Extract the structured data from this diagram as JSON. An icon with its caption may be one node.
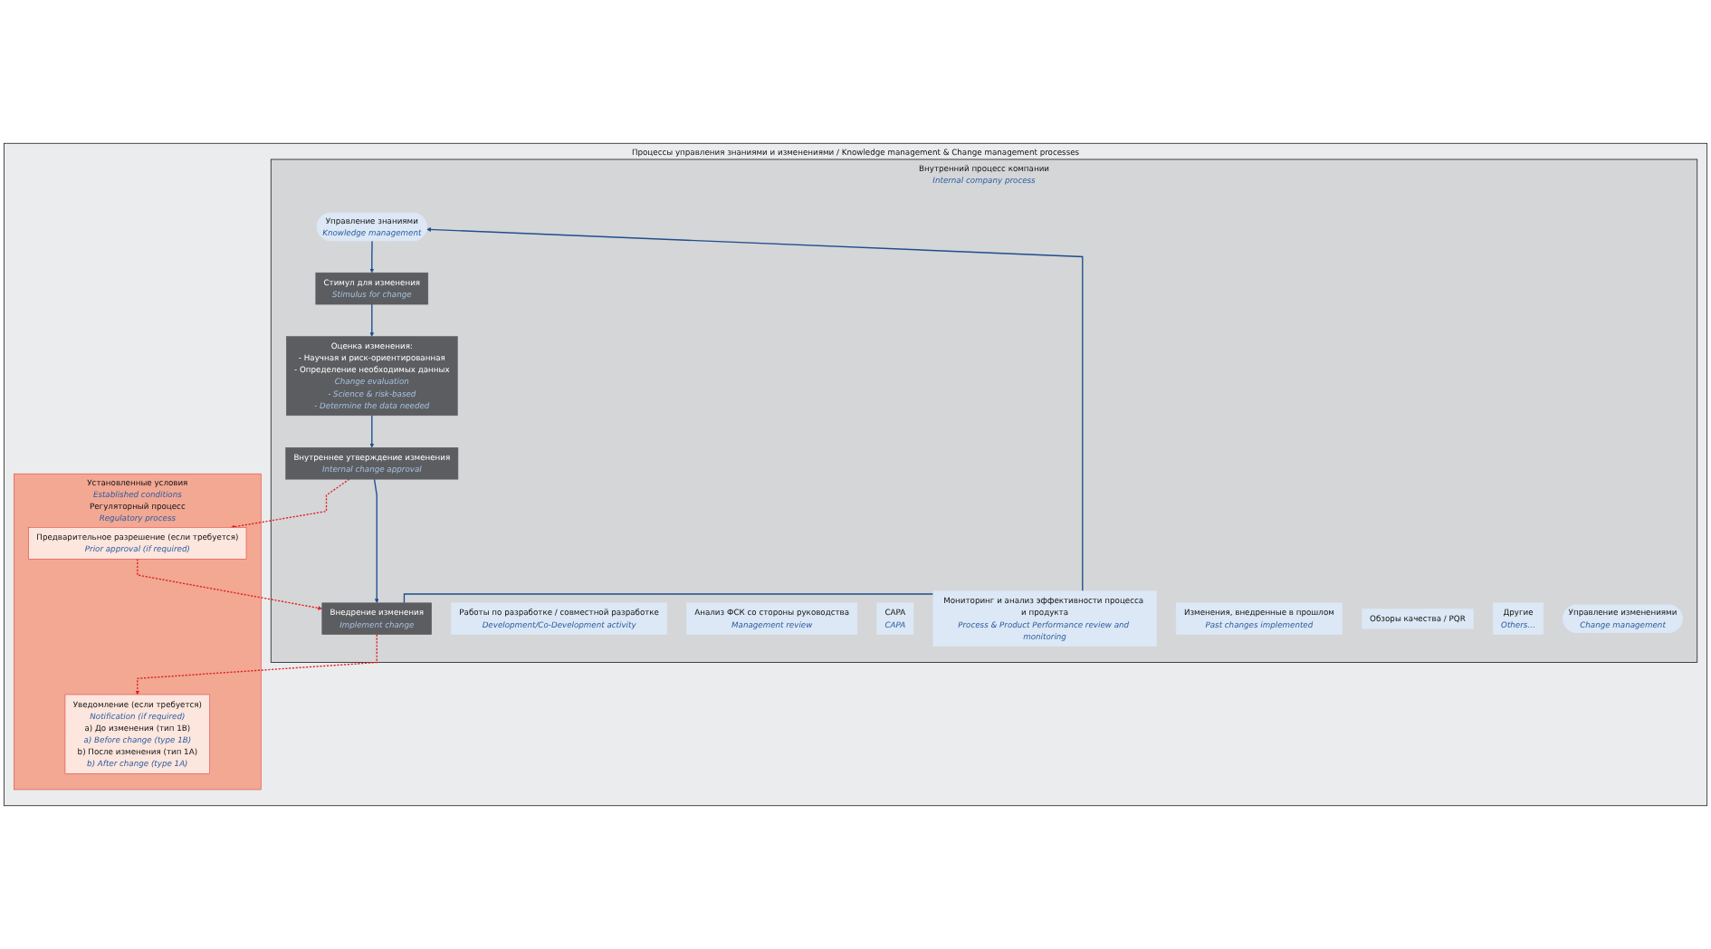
{
  "diagram": {
    "nodes": [
      {
        "text": [
          "Процессы управления знаниями и изменениями / Knowledge management & Change management processes"
        ]
      },
      {
        "text": [
          "Внутренний процесс компании",
          "Internal company process"
        ],
        "in": 0
      },
      {
        "text": [
          "Работы по разработке / совместной разработке",
          "Development/Co-Development activity"
        ],
        "in": 1
      },
      {
        "text": [
          "Анализ ФСК со стороны руководства",
          "Management review"
        ],
        "in": 1
      },
      {
        "text": [
          "CAPA",
          "CAPA"
        ],
        "in": 1
      },
      {
        "text": [
          "Мониторинг и анализ эффективности процесса и продукта",
          "Process & Product Performance review and monitoring"
        ],
        "in": 1
      },
      {
        "text": [
          "Изменения, внедренные в прошлом",
          "Past changes implemented"
        ],
        "in": 1
      },
      {
        "text": [
          "Обзоры качества / PQR"
        ],
        "in": 1
      },
      {
        "text": [
          "Другие",
          "Others…"
        ],
        "in": 1
      },
      {
        "text": [
          "Управление знаниями",
          "Knowledge management"
        ],
        "in": 1
      },
      {
        "text": [
          "Управление изменениями",
          "Change management"
        ],
        "in": 1
      },
      {
        "text": [
          "Стимул для изменения",
          "Stimulus for change"
        ],
        "in": 1
      },
      {
        "text": [
          "Оценка изменения:",
          "- Научная и риск-ориентированная",
          "- Определение необходимых данных",
          "Change evaluation",
          "- Science & risk-based",
          "- Determine the data needed"
        ],
        "in": 1
      },
      {
        "text": [
          "Внутреннее утверждение изменения",
          "Internal change approval"
        ],
        "in": 1
      },
      {
        "text": [
          "Внедрение изменения",
          "Implement change"
        ],
        "in": 1
      },
      {
        "text": [
          "Установленные условия",
          "Established conditions",
          "Регуляторный процесс",
          "Regulatory process"
        ],
        "in": 0
      },
      {
        "text": [
          "Уведомление (если требуется)",
          "Notification (if required)",
          "a) До изменения (тип 1В)",
          "a) Before change (type 1B)",
          "b) После изменения (тип 1А)",
          "b) After change (type 1A)"
        ],
        "in": 15
      },
      {
        "text": [
          "Предварительное разрешение (если требуется)",
          "Prior approval (if required)"
        ],
        "in": 15
      }
    ],
    "edges": [
      {
        "from": 9,
        "to": 11,
        "arrow": "to"
      },
      {
        "from": 11,
        "to": 12,
        "arrow": "to"
      },
      {
        "from": 12,
        "to": 13,
        "arrow": "to"
      },
      {
        "from": 13,
        "to": 14,
        "arrow": "to"
      },
      {
        "from": 14,
        "to": 9,
        "arrow": "to"
      },
      {
        "from": 13,
        "to": 17,
        "arrow": "to",
        "style": "dashed",
        "color": "#e02020"
      },
      {
        "from": 17,
        "to": 14,
        "arrow": "to",
        "style": "dashed",
        "color": "#e02020"
      },
      {
        "from": 14,
        "to": 16,
        "arrow": "to",
        "style": "dashed",
        "color": "#e02020"
      }
    ]
  }
}
